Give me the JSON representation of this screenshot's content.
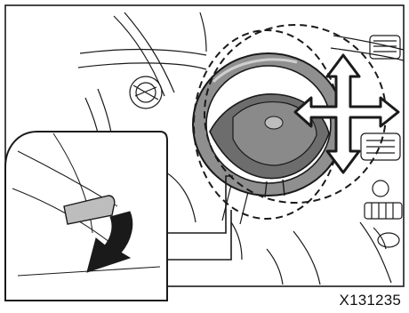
{
  "figure": {
    "code": "X131235",
    "main_view": "steering-wheel-dashboard",
    "inset_view": "tilt-telescopic-lock-lever",
    "adjust_arrows": [
      "up",
      "down",
      "forward",
      "backward"
    ],
    "colors": {
      "line": "#1a1a1a",
      "wheel_fill": "#8f8f8f",
      "hub_fill": "#6d6d6d",
      "lever_fill": "#bdbdbd",
      "arrow_fill": "#ffffff"
    }
  }
}
